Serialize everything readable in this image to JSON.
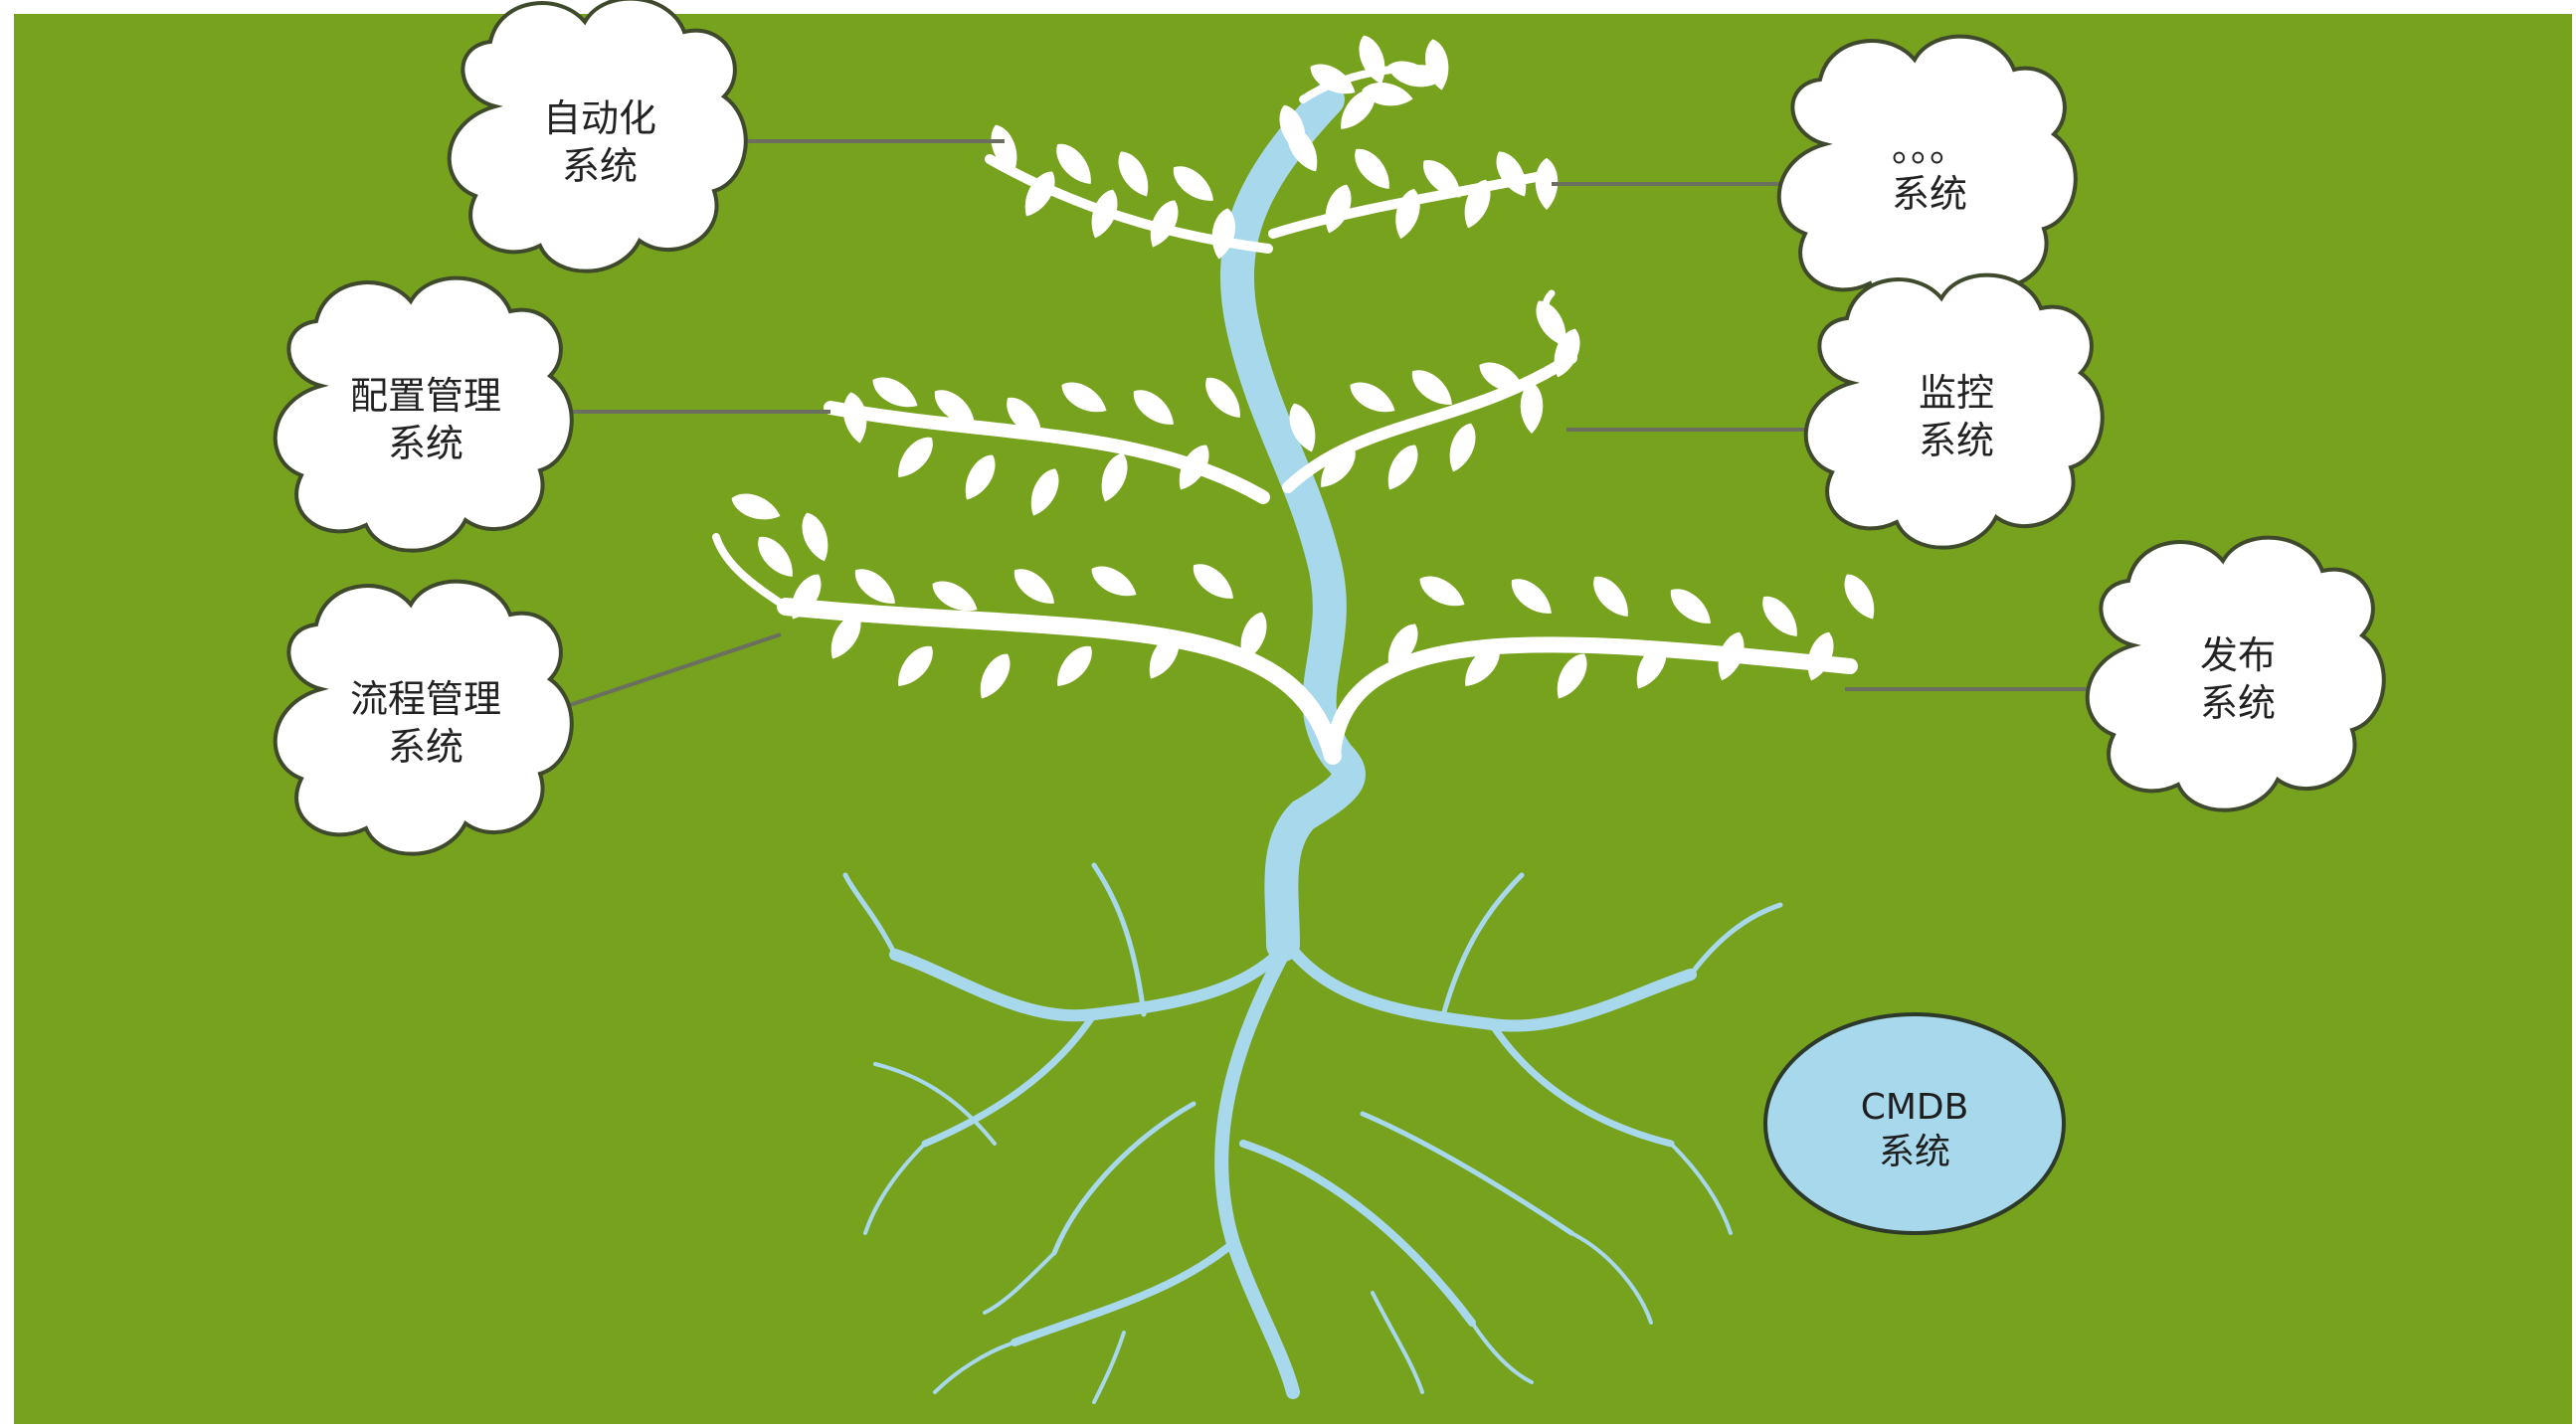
{
  "colors": {
    "background": "#76a21e",
    "tree": "#ffffff",
    "trunk": "#a8d8ec",
    "roots": "#a8d8ec",
    "cmdb_fill": "#a8d8ec",
    "cloud_fill": "#ffffff",
    "arrow": "#6a6f60"
  },
  "nodes": {
    "automation": {
      "line1": "自动化",
      "line2": "系统"
    },
    "config": {
      "line1": "配置管理",
      "line2": "系统"
    },
    "process": {
      "line1": "流程管理",
      "line2": "系统"
    },
    "other": {
      "line1": "。。。",
      "line2": "系统"
    },
    "monitor": {
      "line1": "监控",
      "line2": "系统"
    },
    "release": {
      "line1": "发布",
      "line2": "系统"
    },
    "cmdb": {
      "line1": "CMDB",
      "line2": "系统"
    }
  }
}
